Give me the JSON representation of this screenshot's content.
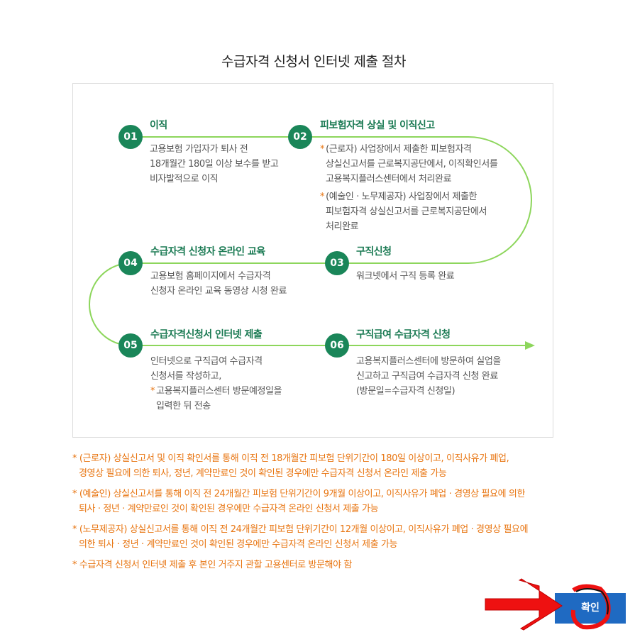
{
  "page": {
    "title": "수급자격 신청서 인터넷 제출 절차"
  },
  "steps": [
    {
      "number": "01",
      "title": "이직",
      "desc": [
        "고용보험 가입자가 퇴사 전",
        "18개월간 180일 이상 보수를 받고",
        "비자발적으로 이직"
      ]
    },
    {
      "number": "02",
      "title": "피보험자격 상실 및 이직신고",
      "desc": [
        "(근로자) 사업장에서 제출한 피보험자격",
        "상실신고서를 근로복지공단에서, 이직확인서를",
        "고용복지플러스센터에서 처리완료",
        "(예술인 · 노무제공자) 사업장에서 제출한",
        "피보험자격 상실신고서를 근로복지공단에서",
        "처리완료"
      ]
    },
    {
      "number": "03",
      "title": "구직신청",
      "desc": [
        "워크넷에서 구직 등록 완료"
      ]
    },
    {
      "number": "04",
      "title": "수급자격 신청자 온라인 교육",
      "desc": [
        "고용보험 홈페이지에서 수급자격",
        "신청자 온라인 교육 동영상 시청 완료"
      ]
    },
    {
      "number": "05",
      "title": "수급자격신청서 인터넷 제출",
      "desc": [
        "인터넷으로 구직급여 수급자격",
        "신청서를 작성하고,",
        "고용복지플러스센터 방문예정일을",
        "입력한 뒤 전송"
      ]
    },
    {
      "number": "06",
      "title": "구직급여 수급자격 신청",
      "desc": [
        "고용복지플러스센터에 방문하여 실업을",
        "신고하고 구직급여 수급자격 신청 완료",
        "(방문일=수급자격 신청일)"
      ]
    }
  ],
  "notes": [
    [
      "(근로자) 상실신고서 및 이직 확인서를 통해 이직 전 18개월간 피보험 단위기간이 180일 이상이고, 이직사유가 폐업,",
      "경영상 필요에 의한 퇴사, 정년, 계약만료인 것이 확인된 경우에만 수급자격 신청서 온라인 제출 가능"
    ],
    [
      "(예술인) 상실신고서를 통해 이직 전 24개월간 피보험 단위기간이 9개월 이상이고, 이직사유가 폐업 · 경영상 필요에 의한",
      "퇴사 · 정년 · 계약만료인 것이 확인된 경우에만 수급자격 온라인 신청서 제출 가능"
    ],
    [
      "(노무제공자) 상실신고서를 통해 이직 전 24개월간 피보험 단위기간이 12개월 이상이고, 이직사유가 폐업 · 경영상 필요에",
      "의한 퇴사 · 정년 · 계약만료인 것이 확인된 경우에만 수급자격 온라인 신청서 제출 가능"
    ],
    [
      "수급자격 신청서 인터넷 제출 후 본인 거주지 관할 고용센터로 방문해야 함"
    ]
  ],
  "star": "*",
  "confirm": {
    "label": "확인"
  },
  "colors": {
    "step_green": "#1a8659",
    "line_green": "#8dd65c",
    "note_orange": "#e87511",
    "button_blue": "#1f6ac2",
    "annotation_red": "#ee1111"
  }
}
